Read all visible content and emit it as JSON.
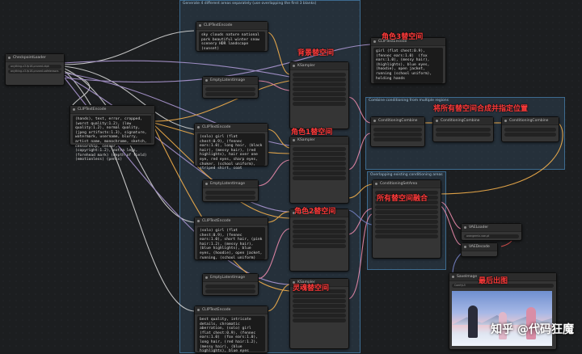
{
  "groups": [
    {
      "title": "Generate 4 different areas separately (use overlapping the first 3 blanks)"
    },
    {
      "title": "Combine conditioning from multiple regions"
    },
    {
      "title": "Overlapping existing conditioning areas"
    }
  ],
  "nodes": {
    "checkpoint": {
      "title": "CheckpointLoader",
      "widget1": "anything-v3-fp16-pruned.ckpt",
      "widget2": "anything-v3-fp16-pruned.safetensors"
    },
    "neg_prompt": {
      "title": "CLIPTextEncode",
      "text": "(hands), text, error, cropped, (worst quality:1.2), (low quality:1.2), normal quality, (jpeg artifacts:1.3), signature, watermark, username, blurry, artist name, monochrome, sketch, censorship, censor, (copyright:1.2), extra legs, (forehead mark) (depth of field) (emotionless) (penis)"
    },
    "bg_prompt": {
      "title": "CLIPTextEncode",
      "text": "sky clouds nature national park beautiful winter snow scenery HDR landscape (sunset)"
    },
    "empty_latent_1": {
      "title": "EmptyLatentImage"
    },
    "char1_prompt": {
      "title": "CLIPTextEncode",
      "text": "(solo) girl (flat chest:0.9), (fennec ears:1.0), long hair, (black hair), (messy hair), (red highlights), hair over one eye, red eyes, sharp eyes, choker, (school uniform), striped shirt, coat"
    },
    "empty_latent_2": {
      "title": "EmptyLatentImage"
    },
    "char2_prompt": {
      "title": "CLIPTextEncode",
      "text": "(solo) girl (flat chest:0.9), (fennec ears:1.0), short hair, (pink hair:1.2), (messy hair), (blue highlights), blue eyes, (hoodie), open jacket, running, (school uniform)"
    },
    "empty_latent_3": {
      "title": "EmptyLatentImage"
    },
    "char3_prompt": {
      "title": "CLIPTextEncode",
      "text": "girl (flat chest:0.9), (fennec ears:1.0)  (fox ears:1.0), (messy hair), (highlights), blue eyes, (hoodie), open jacket, running (school uniform), holding hands"
    },
    "final_prompt": {
      "title": "CLIPTextEncode",
      "text": "best quality, intricate details, chromatic aberration, (solo) girl (flat chest:0.9), (fennec ears:1.0)  (fox ears:1.0), long hair, (red hair:1.2), (messy hair), (blue highlights), blue eyes"
    },
    "ksampler_a": {
      "title": "KSampler"
    },
    "ksampler_b": {
      "title": "KSampler"
    },
    "ksampler_c": {
      "title": "KSampler"
    },
    "ksampler_d": {
      "title": "KSampler"
    },
    "combine_1": {
      "title": "ConditioningCombine"
    },
    "combine_2": {
      "title": "ConditioningCombine"
    },
    "combine_3": {
      "title": "ConditioningCombine"
    },
    "cond_area": {
      "title": "ConditioningSetArea"
    },
    "vae_decode": {
      "title": "VAEDecode"
    },
    "vae_loader": {
      "title": "VAELoader",
      "widget1": "orangemix.vae.pt"
    },
    "save_image": {
      "title": "SaveImage",
      "widget1": "ComfyUI"
    }
  },
  "annotations": {
    "bg_area": "背景替空间",
    "char1_area": "角色1替空间",
    "char2_area": "角色2替空间",
    "char3_area": "角色3替空间",
    "final_area": "灵魂替空间",
    "combine": "将所有替空间合成并指定位置",
    "merge_all": "所有替空间融合",
    "output": "最后出图"
  },
  "watermark": "知乎 @代码狂魔",
  "colors": {
    "group_blue": "#3d6b8f",
    "annotation_red": "#ff3b3b",
    "node_bg": "#353535"
  }
}
